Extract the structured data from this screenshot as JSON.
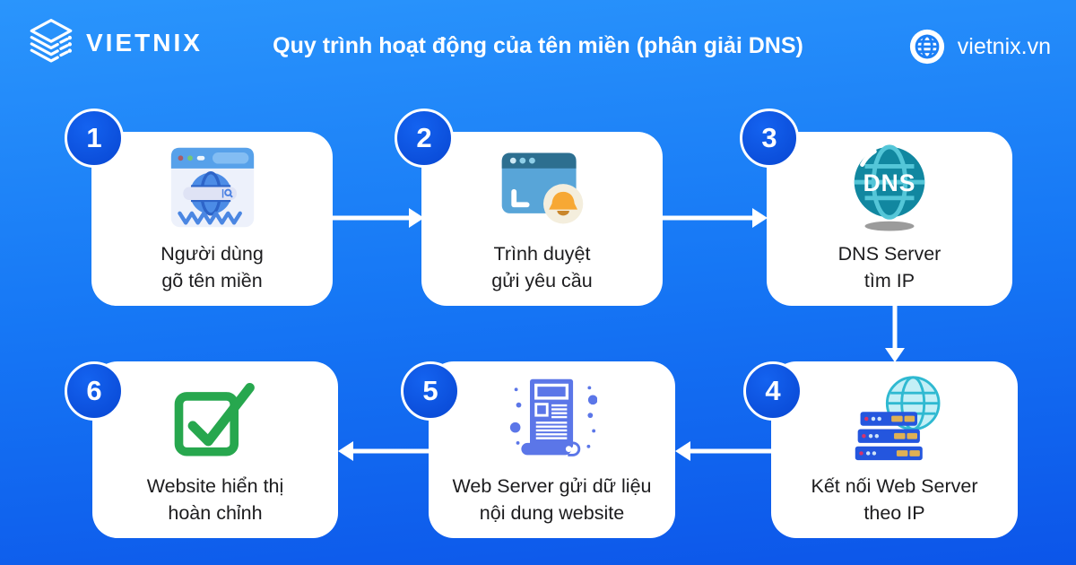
{
  "header": {
    "brand": "VIETNIX",
    "logo_icon": "vietnix-stack-logo",
    "title": "Quy trình hoạt động của tên miền (phân giải DNS)",
    "site_icon": "globe-icon",
    "website": "vietnix.vn"
  },
  "steps": [
    {
      "number": "1",
      "label_line1": "Người dùng",
      "label_line2": "gõ tên miền",
      "icon": "browser-www-icon"
    },
    {
      "number": "2",
      "label_line1": "Trình duyệt",
      "label_line2": "gửi yêu cầu",
      "icon": "browser-request-bell-icon"
    },
    {
      "number": "3",
      "label_line1": "DNS Server",
      "label_line2": "tìm IP",
      "icon": "dns-globe-icon"
    },
    {
      "number": "4",
      "label_line1": "Kết nối Web Server",
      "label_line2": "theo IP",
      "icon": "web-server-rack-icon"
    },
    {
      "number": "5",
      "label_line1": "Web Server gửi dữ liệu",
      "label_line2": "nội dung website",
      "icon": "webpage-document-icon"
    },
    {
      "number": "6",
      "label_line1": "Website hiển thị",
      "label_line2": "hoàn chỉnh",
      "icon": "green-checkmark-icon"
    }
  ],
  "flow": {
    "arrows": [
      {
        "from": "1",
        "to": "2",
        "direction": "right"
      },
      {
        "from": "2",
        "to": "3",
        "direction": "right"
      },
      {
        "from": "3",
        "to": "4",
        "direction": "down"
      },
      {
        "from": "4",
        "to": "5",
        "direction": "left"
      },
      {
        "from": "5",
        "to": "6",
        "direction": "left"
      }
    ]
  },
  "colors": {
    "background_top": "#2a95fc",
    "background_bottom": "#0c55e9",
    "card_white": "#ffffff",
    "badge_blue": "#0a4fdd",
    "text_dark": "#1c1c1e",
    "arrow_white": "#ffffff",
    "check_green": "#27a74e",
    "bell_orange": "#f7a834",
    "dns_teal": "#1187a0",
    "dns_grid_teal": "#54c6d8",
    "server_blue": "#2456de",
    "server_panel_yellow": "#dfb054",
    "document_blue": "#5b76e8",
    "browser_body_blue": "#58a5d8",
    "browser_header_teal": "#2d6f90"
  }
}
